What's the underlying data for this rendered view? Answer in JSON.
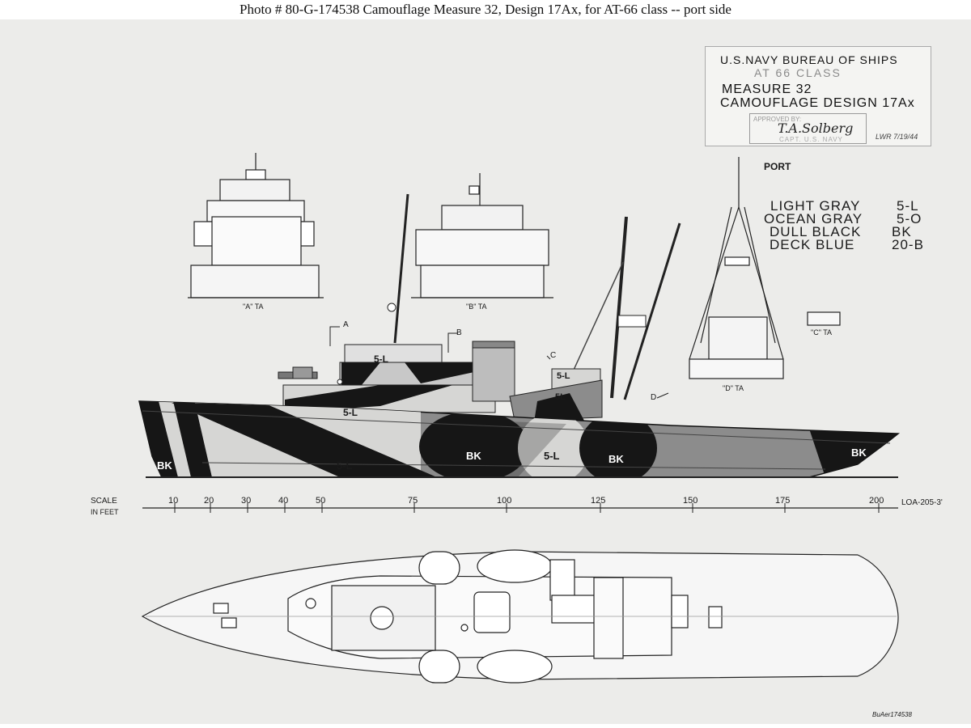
{
  "caption": "Photo #  80-G-174538     Camouflage Measure 32, Design 17Ax, for AT-66 class -- port side",
  "title_block": {
    "line1": "U.S.NAVY  BUREAU OF SHIPS",
    "line2": "AT 66 CLASS",
    "line3": "MEASURE 32",
    "line4": "CAMOUFLAGE DESIGN 17Ax",
    "approved_by": "APPROVED BY:",
    "signature": "T.A.Solberg",
    "capt": "CAPT. U.S. NAVY",
    "initials": "LWR 7/19/44"
  },
  "side": "PORT",
  "legend": [
    {
      "name": "LIGHT  GRAY",
      "code": "5-L"
    },
    {
      "name": "OCEAN  GRAY",
      "code": "5-O"
    },
    {
      "name": "DULL  BLACK",
      "code": "BK"
    },
    {
      "name": "DECK  BLUE",
      "code": "20-B"
    }
  ],
  "sections": {
    "a": "\"A\" TA",
    "b": "\"B\" TA",
    "c": "\"C\" TA",
    "d": "\"D\" TA"
  },
  "section_arrows": {
    "a": "A",
    "b": "B",
    "c": "C",
    "d": "D"
  },
  "hull_labels": {
    "bow_bk": "BK",
    "light_5l": "5-L",
    "mid_bk": "BK",
    "mid_5l": "5-L",
    "aft_bk": "BK",
    "stern_bk": "BK",
    "house_5l": "5-L",
    "deck_5l": "5-L",
    "aft_house_5l": "5-L",
    "aft_house_5l_b": "5L"
  },
  "scale": {
    "title": "SCALE",
    "unit": "IN FEET",
    "ticks": [
      "10",
      "20",
      "30",
      "40",
      "50",
      "75",
      "100",
      "125",
      "150",
      "175",
      "200"
    ],
    "loa": "LOA-205-3'"
  },
  "footer_stamp": "BuAer174538",
  "footer_class": "AT 66 CLASS",
  "colors": {
    "light_gray": "#d6d6d4",
    "ocean_gray": "#8c8c8c",
    "dull_black": "#161616",
    "deck_blue": "#5c5c5c"
  }
}
